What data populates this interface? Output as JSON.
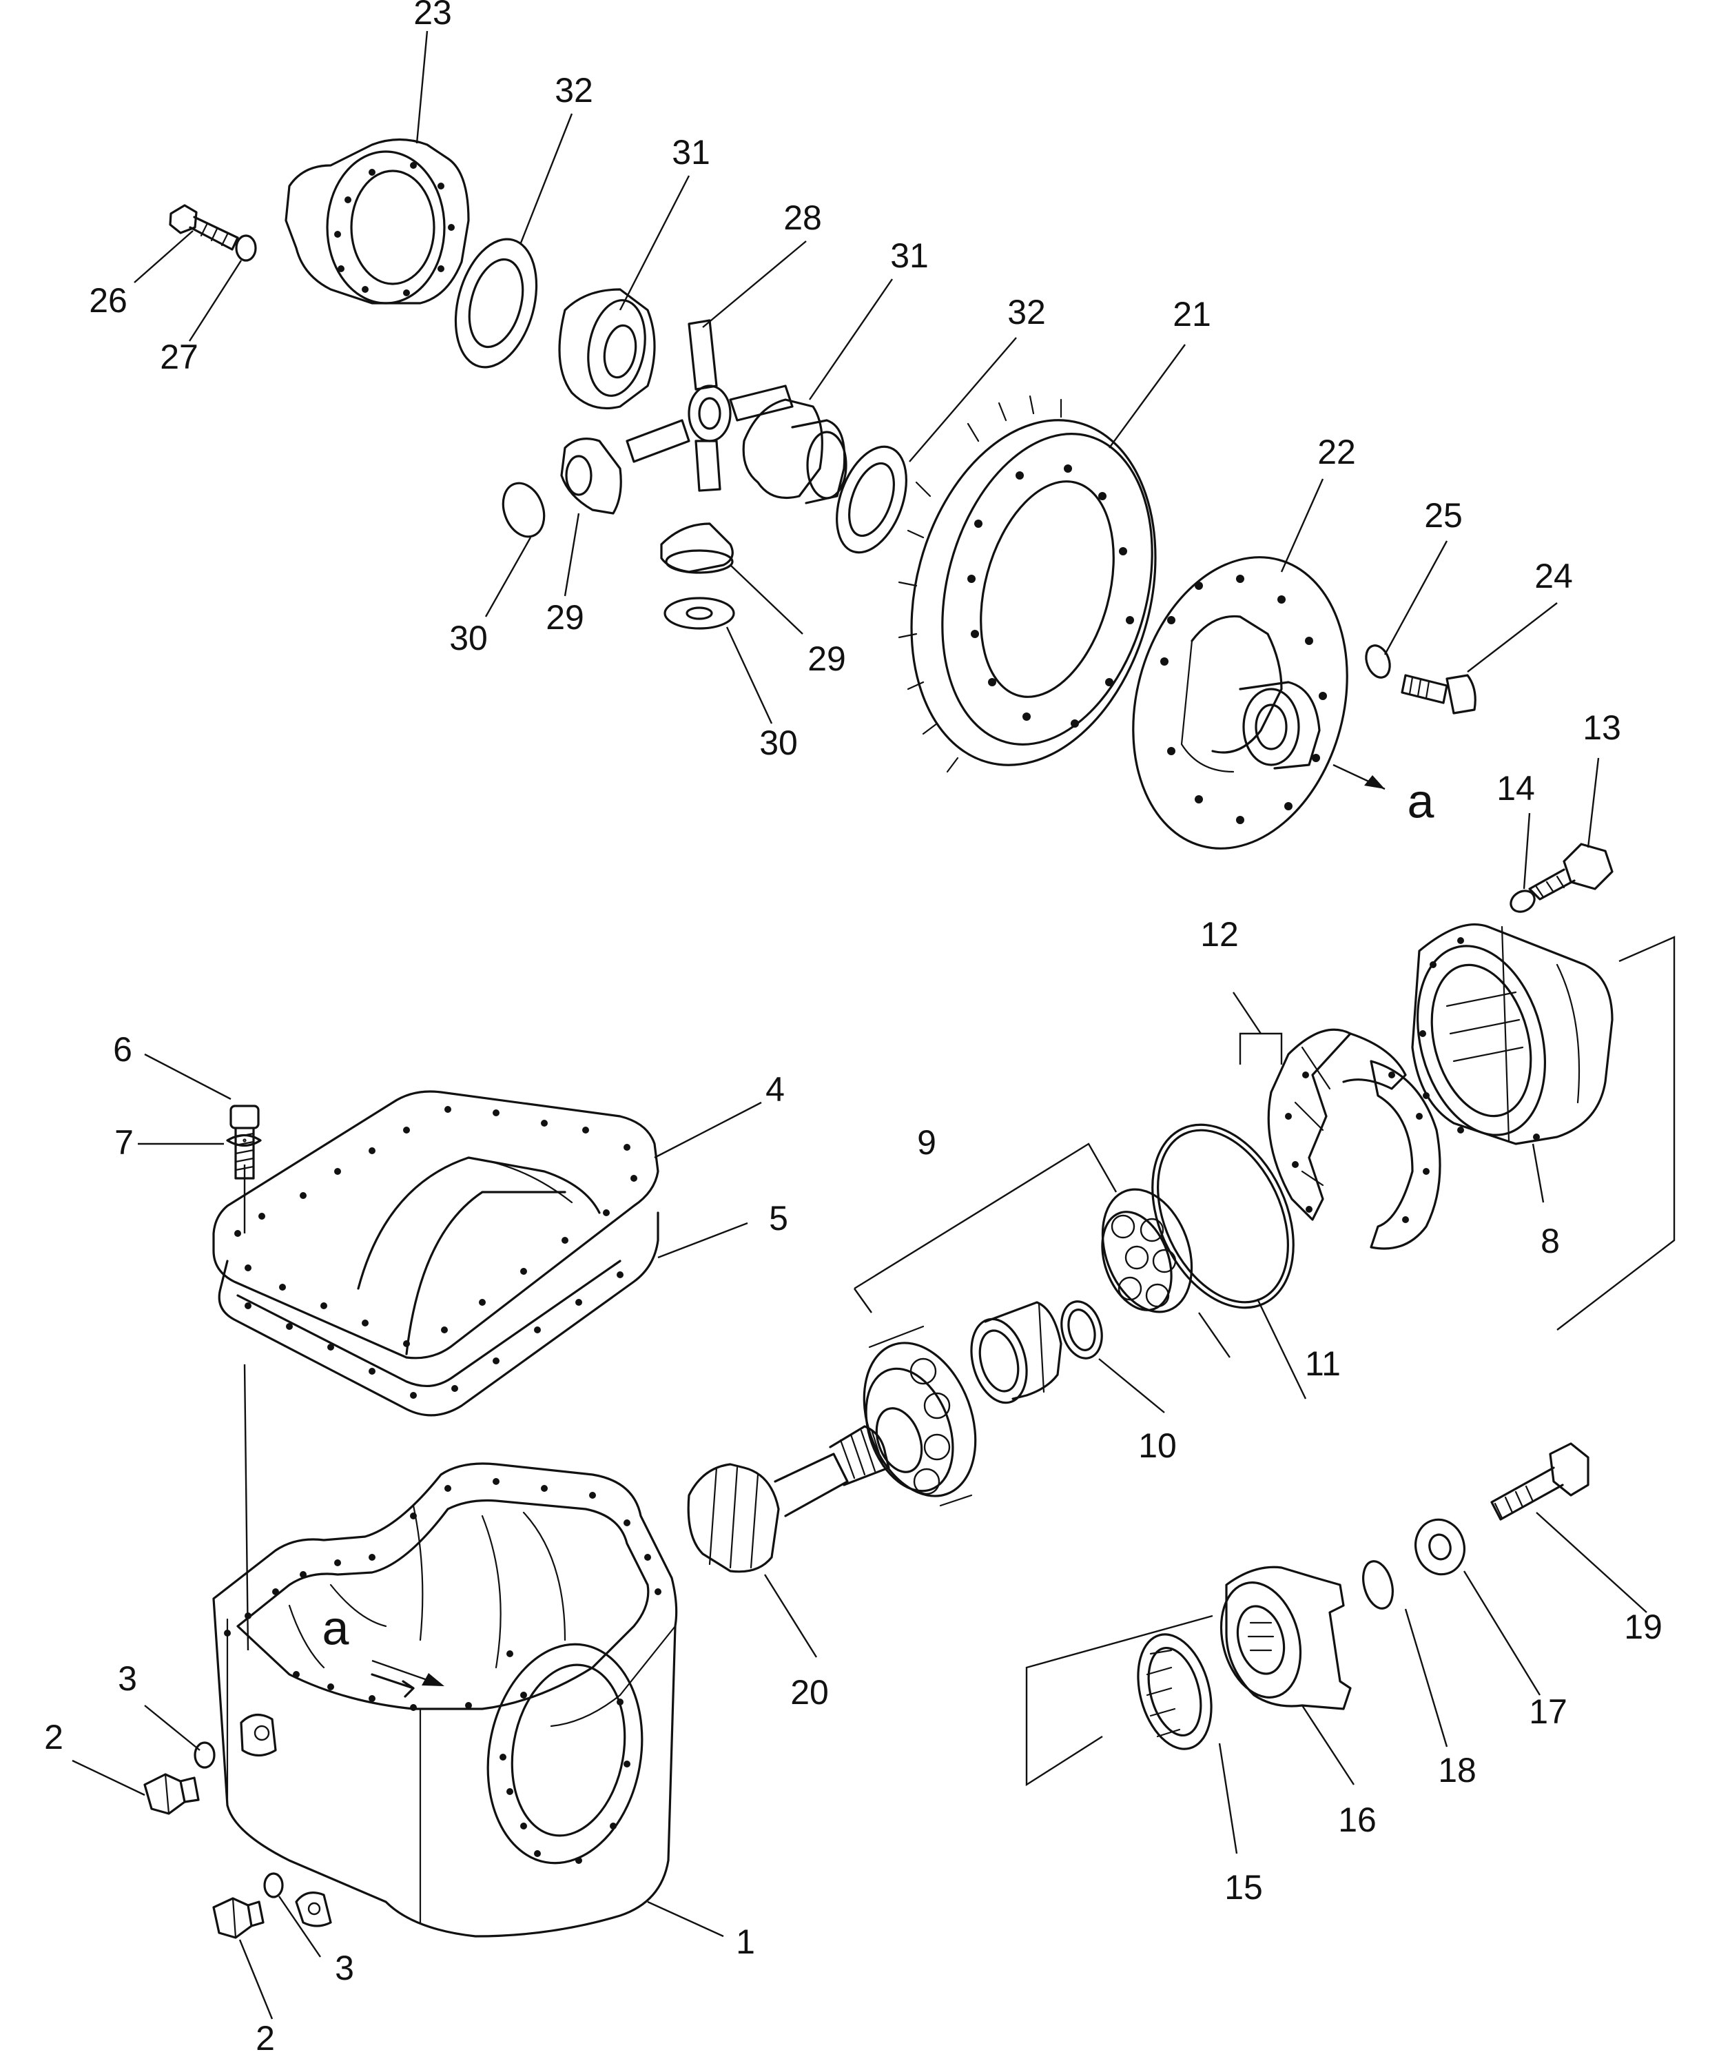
{
  "labels": {
    "p1": "1",
    "p2a": "2",
    "p2b": "2",
    "p3a": "3",
    "p3b": "3",
    "p4": "4",
    "p5": "5",
    "p6": "6",
    "p7": "7",
    "p8": "8",
    "p9": "9",
    "p10": "10",
    "p11": "11",
    "p12": "12",
    "p13": "13",
    "p14": "14",
    "p15": "15",
    "p16": "16",
    "p17": "17",
    "p18": "18",
    "p19": "19",
    "p20": "20",
    "p21": "21",
    "p22": "22",
    "p23": "23",
    "p24": "24",
    "p25": "25",
    "p26": "26",
    "p27": "27",
    "p28": "28",
    "p29a": "29",
    "p29b": "29",
    "p30a": "30",
    "p30b": "30",
    "p31a": "31",
    "p31b": "31",
    "p32a": "32",
    "p32b": "32"
  },
  "callouts": {
    "view_a_upper": "a",
    "view_a_lower": "a"
  }
}
